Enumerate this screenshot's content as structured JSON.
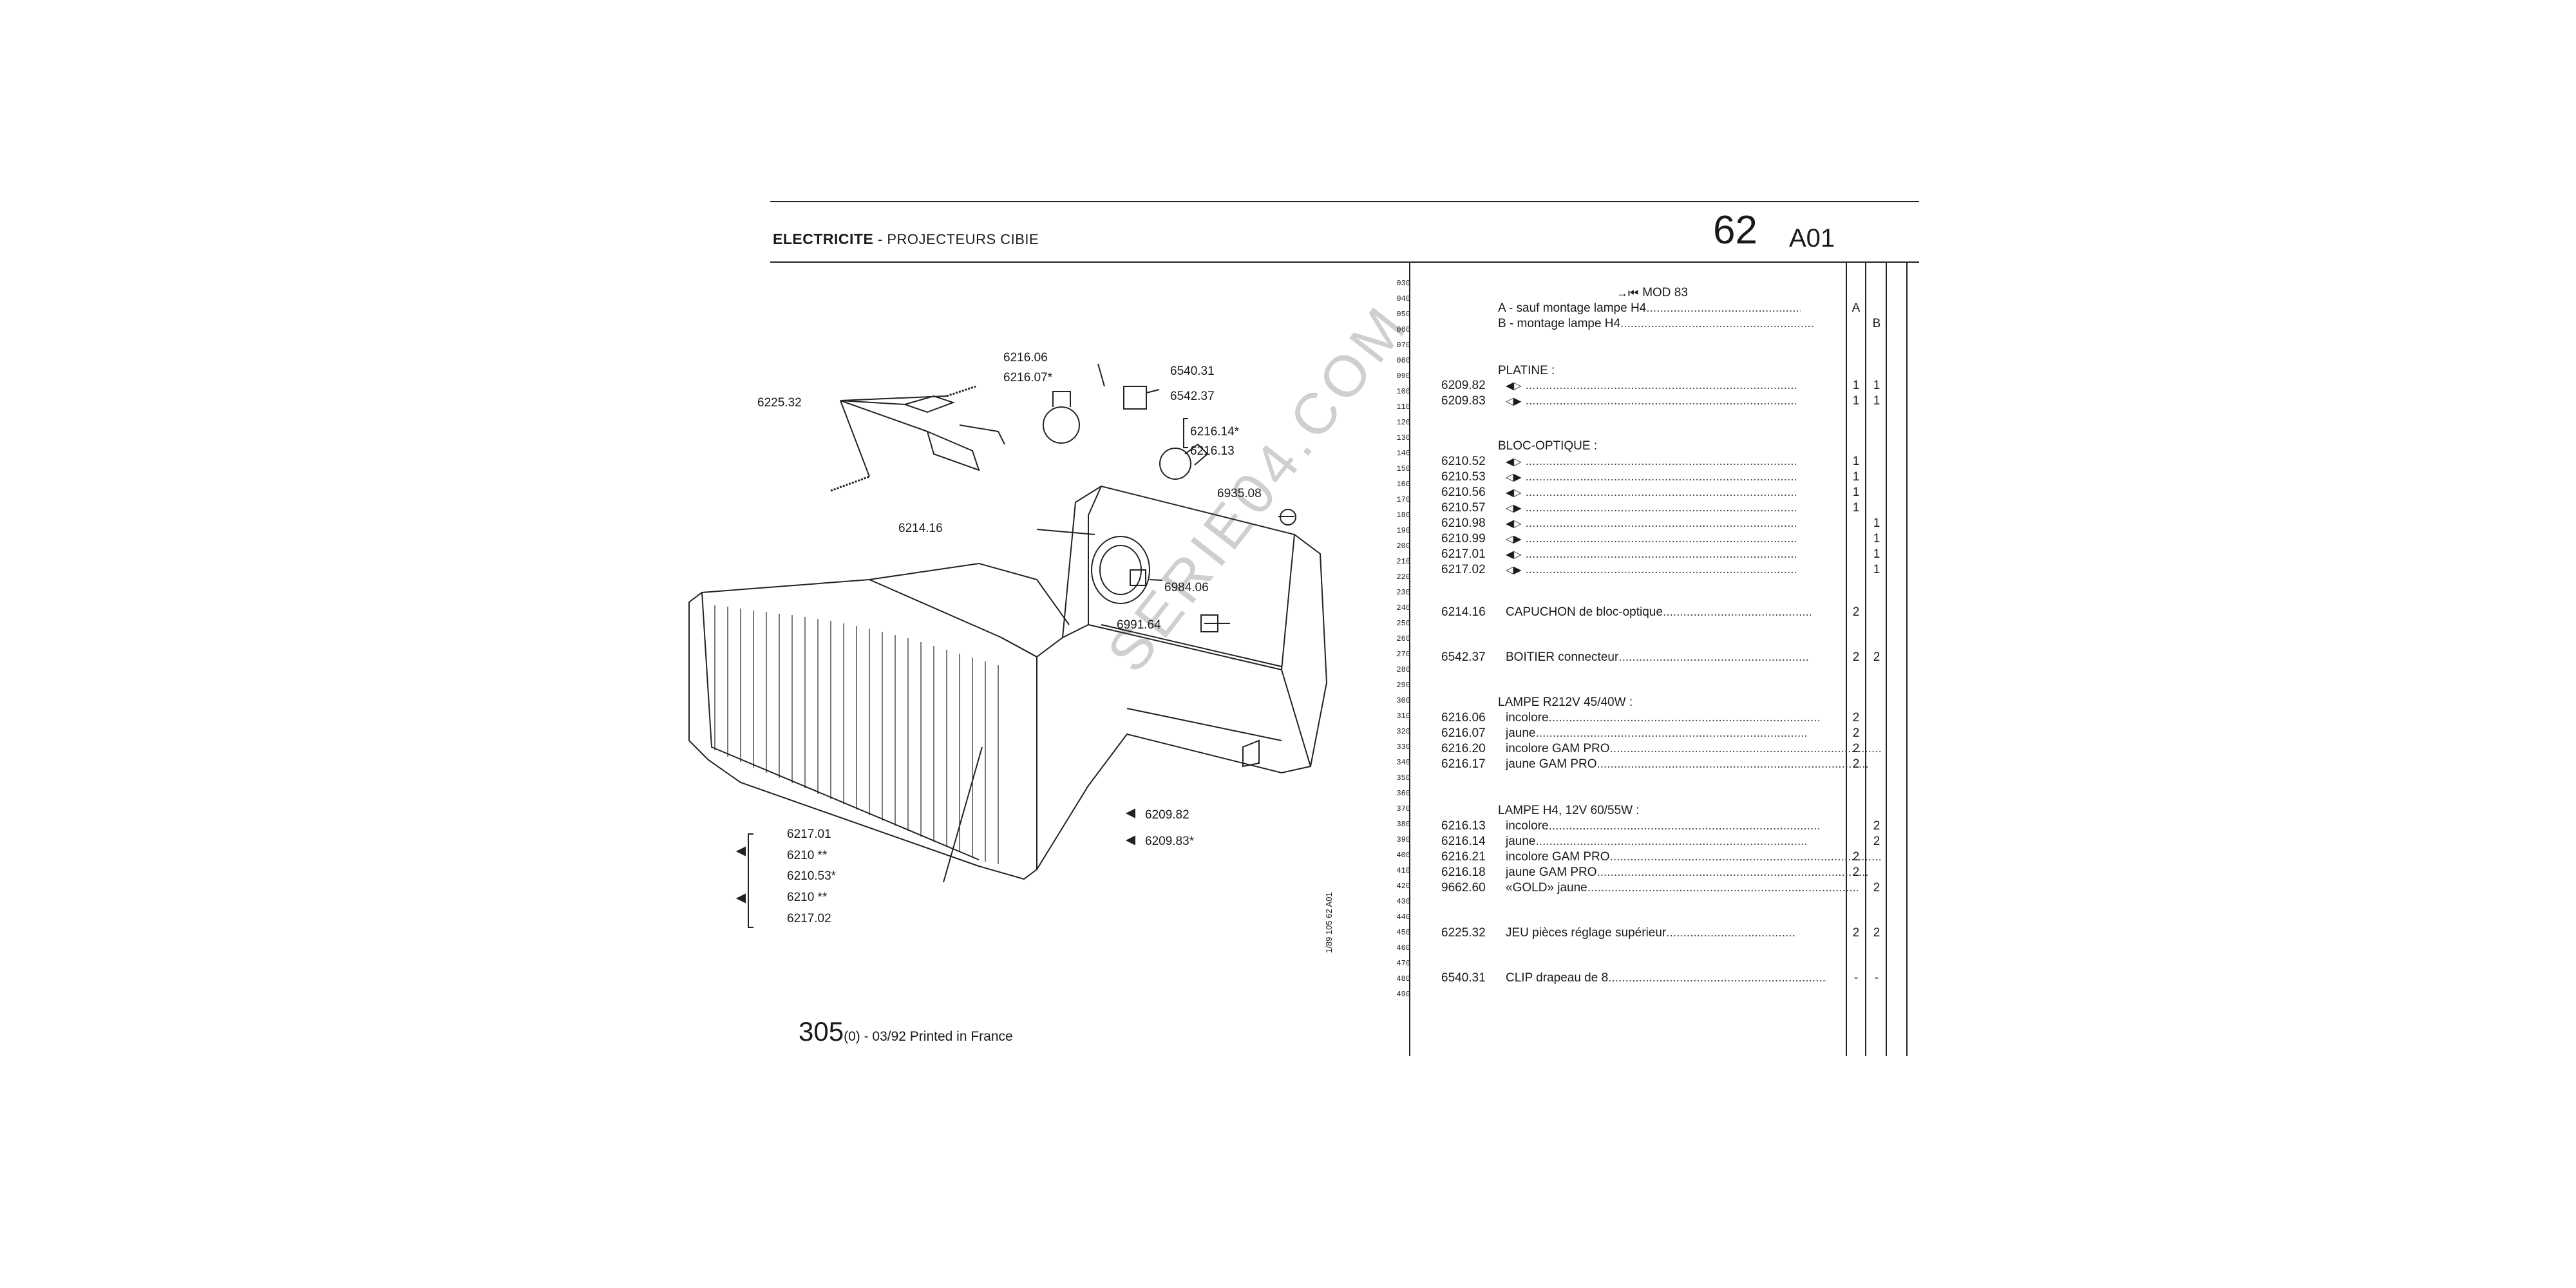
{
  "header": {
    "section": "ELECTRICITE",
    "separator": " - ",
    "subsection": "PROJECTEURS CIBIE",
    "group": "62",
    "code": "A01"
  },
  "footer": {
    "page": "305",
    "suffix": "(0) - 03/92 Printed in France"
  },
  "vertical_code": "1/89 105 62 A01",
  "watermark": "SERIE04.COM",
  "sequence": [
    "030",
    "040",
    "050",
    "060",
    "070",
    "080",
    "090",
    "100",
    "110",
    "120",
    "130",
    "140",
    "150",
    "160",
    "170",
    "180",
    "190",
    "200",
    "210",
    "220",
    "230",
    "240",
    "250",
    "260",
    "270",
    "280",
    "290",
    "300",
    "310",
    "320",
    "330",
    "340",
    "350",
    "360",
    "370",
    "380",
    "390",
    "400",
    "410",
    "420",
    "430",
    "440",
    "450",
    "460",
    "470",
    "480",
    "490"
  ],
  "table": {
    "mod": "MOD 83",
    "col_a": "A",
    "col_b": "B",
    "legend_a": "A - sauf montage lampe H4",
    "legend_b": "B - montage lampe H4",
    "sections": {
      "platine": "PLATINE :",
      "bloc": "BLOC-OPTIQUE :",
      "lampe_r": "LAMPE R212V 45/40W :",
      "lampe_h4": "LAMPE H4, 12V 60/55W :"
    },
    "platine_rows": [
      {
        "ref": "6209.82",
        "a": "1",
        "b": "1"
      },
      {
        "ref": "6209.83",
        "a": "1",
        "b": "1"
      }
    ],
    "bloc_rows": [
      {
        "ref": "6210.52",
        "a": "1",
        "b": ""
      },
      {
        "ref": "6210.53",
        "a": "1",
        "b": ""
      },
      {
        "ref": "6210.56",
        "a": "1",
        "b": ""
      },
      {
        "ref": "6210.57",
        "a": "1",
        "b": ""
      },
      {
        "ref": "6210.98",
        "a": "",
        "b": "1"
      },
      {
        "ref": "6210.99",
        "a": "",
        "b": "1"
      },
      {
        "ref": "6217.01",
        "a": "",
        "b": "1"
      },
      {
        "ref": "6217.02",
        "a": "",
        "b": "1"
      }
    ],
    "capuchon": {
      "ref": "6214.16",
      "desc": "CAPUCHON de bloc-optique",
      "a": "2",
      "b": ""
    },
    "boitier": {
      "ref": "6542.37",
      "desc": "BOITIER connecteur",
      "a": "2",
      "b": "2"
    },
    "lampe_r_rows": [
      {
        "ref": "6216.06",
        "desc": "incolore",
        "a": "2",
        "b": ""
      },
      {
        "ref": "6216.07",
        "desc": "jaune",
        "a": "2",
        "b": ""
      },
      {
        "ref": "6216.20",
        "desc": "incolore GAM PRO",
        "a": "2",
        "b": ""
      },
      {
        "ref": "6216.17",
        "desc": "jaune GAM PRO",
        "a": "2",
        "b": ""
      }
    ],
    "lampe_h4_rows": [
      {
        "ref": "6216.13",
        "desc": "incolore",
        "a": "",
        "b": "2"
      },
      {
        "ref": "6216.14",
        "desc": "jaune",
        "a": "",
        "b": "2"
      },
      {
        "ref": "6216.21",
        "desc": "incolore GAM PRO",
        "a": "2",
        "b": ""
      },
      {
        "ref": "6216.18",
        "desc": "jaune GAM PRO",
        "a": "2",
        "b": ""
      },
      {
        "ref": "9662.60",
        "desc": "«GOLD» jaune",
        "a": "",
        "b": "2"
      }
    ],
    "jeu": {
      "ref": "6225.32",
      "desc": "JEU pièces réglage supérieur",
      "a": "2",
      "b": "2"
    },
    "clip": {
      "ref": "6540.31",
      "desc": "CLIP drapeau de 8",
      "a": "-",
      "b": "-"
    }
  },
  "callouts": {
    "c6216_06": "6216.06",
    "c6216_07": "6216.07*",
    "c6540_31": "6540.31",
    "c6542_37": "6542.37",
    "c6225_32": "6225.32",
    "c6216_14": "6216.14*",
    "c6216_13": "6216.13",
    "c6935_08": "6935.08",
    "c6214_16": "6214.16",
    "c6984_06": "6984.06",
    "c6991_64": "6991.64",
    "c6209_82": "6209.82",
    "c6209_83": "6209.83*",
    "c6217_01": "6217.01",
    "c6210a": "6210 **",
    "c6210_53": "6210.53*",
    "c6210b": "6210 **",
    "c6217_02": "6217.02"
  }
}
